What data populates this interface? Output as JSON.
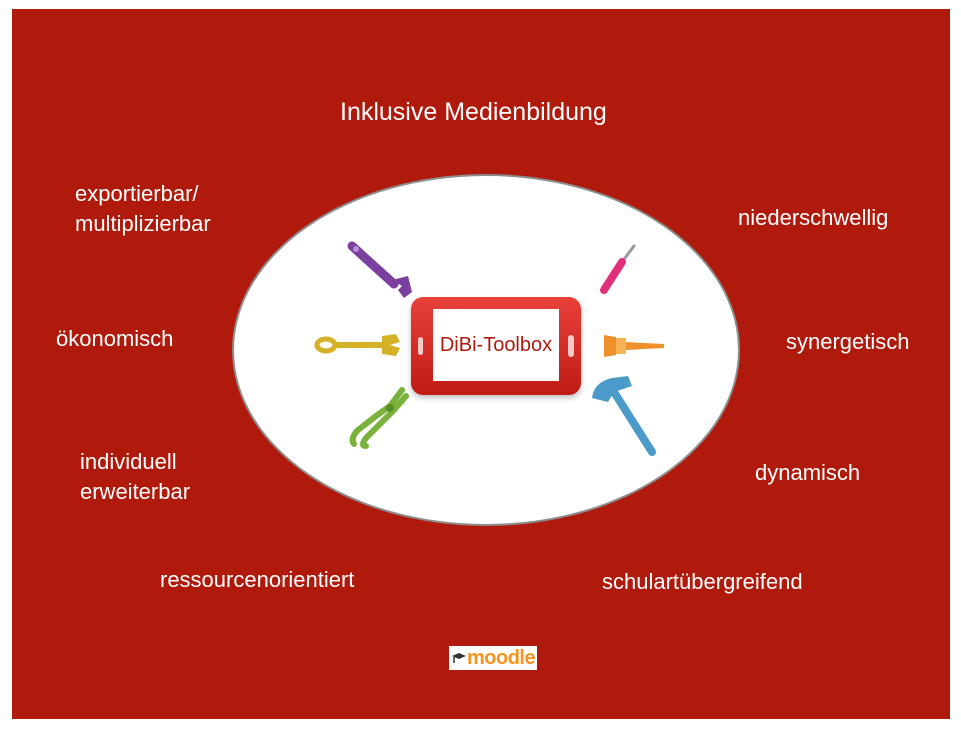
{
  "title": "Inklusive Medienbildung",
  "center_label": "DiBi-Toolbox",
  "left_labels": {
    "exportable_line1": "exportierbar/",
    "exportable_line2": "multiplizierbar",
    "economic": "ökonomisch",
    "individual_line1": "individuell",
    "individual_line2": "erweiterbar",
    "resources": "ressourcenorientiert"
  },
  "right_labels": {
    "low_threshold": "niederschwellig",
    "synergetic": "synergetisch",
    "dynamic": "dynamisch",
    "cross_school": "schulartübergreifend"
  },
  "logo": {
    "text": "moodle"
  },
  "icons": [
    "wrench-icon",
    "screwdriver-icon",
    "spanner-icon",
    "paintbrush-icon",
    "pliers-icon",
    "hammer-icon",
    "smartphone-icon",
    "moodle-logo"
  ],
  "colors": {
    "background": "#b01a0c",
    "ellipse": "#ffffff",
    "phone": "#d9271e",
    "wrench": "#7b3fa0",
    "screwdriver": "#e0307a",
    "spanner": "#d4b126",
    "paintbrush": "#f0902a",
    "pliers": "#7ab13a",
    "hammer": "#4a9bc9"
  }
}
